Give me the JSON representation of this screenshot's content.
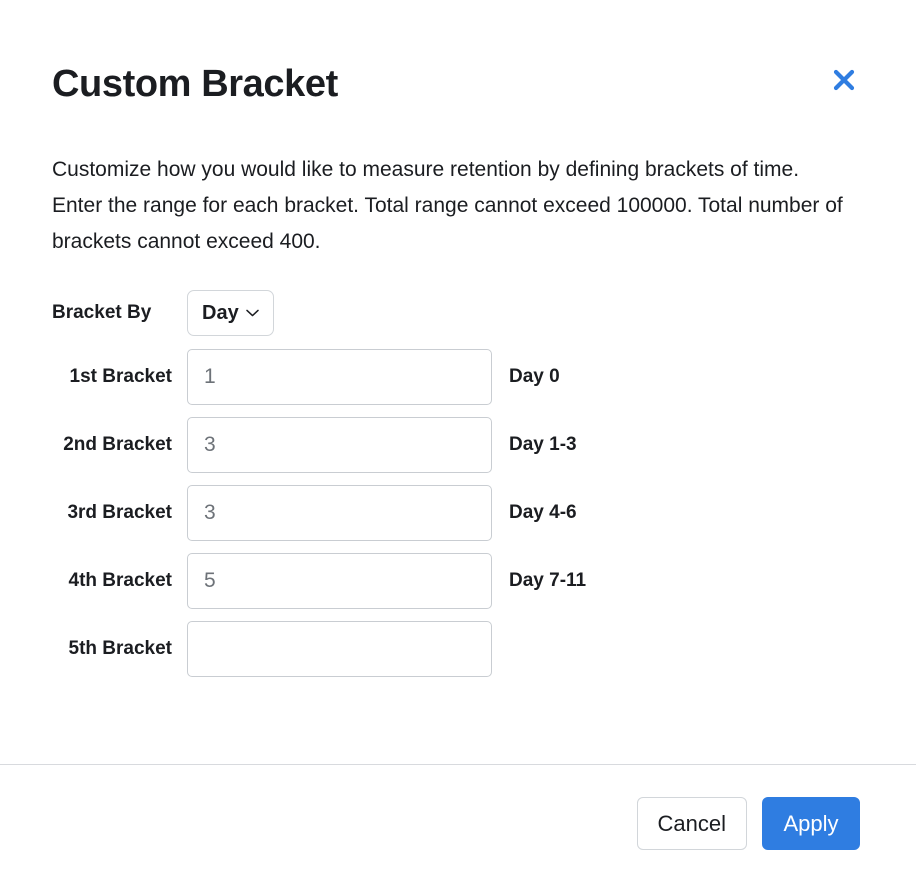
{
  "dialog": {
    "title": "Custom Bracket",
    "close_icon": "close-icon",
    "description": "Customize how you would like to measure retention by defining brackets of time. Enter the range for each bracket. Total range cannot exceed 100000. Total number of brackets cannot exceed 400."
  },
  "form": {
    "bracket_by": {
      "label": "Bracket By",
      "selected": "Day",
      "chevron_icon": "chevron-down-icon"
    },
    "rows": [
      {
        "label": "1st Bracket",
        "value": "1",
        "suffix": "Day 0"
      },
      {
        "label": "2nd Bracket",
        "value": "3",
        "suffix": "Day 1-3"
      },
      {
        "label": "3rd Bracket",
        "value": "3",
        "suffix": "Day 4-6"
      },
      {
        "label": "4th Bracket",
        "value": "5",
        "suffix": "Day 7-11"
      },
      {
        "label": "5th Bracket",
        "value": "",
        "suffix": ""
      }
    ]
  },
  "footer": {
    "cancel_label": "Cancel",
    "apply_label": "Apply"
  },
  "colors": {
    "accent": "#2f7de1",
    "text": "#1b1d21",
    "input_text": "#6d7278",
    "border": "#c9cdd2",
    "divider": "#d8dade"
  }
}
